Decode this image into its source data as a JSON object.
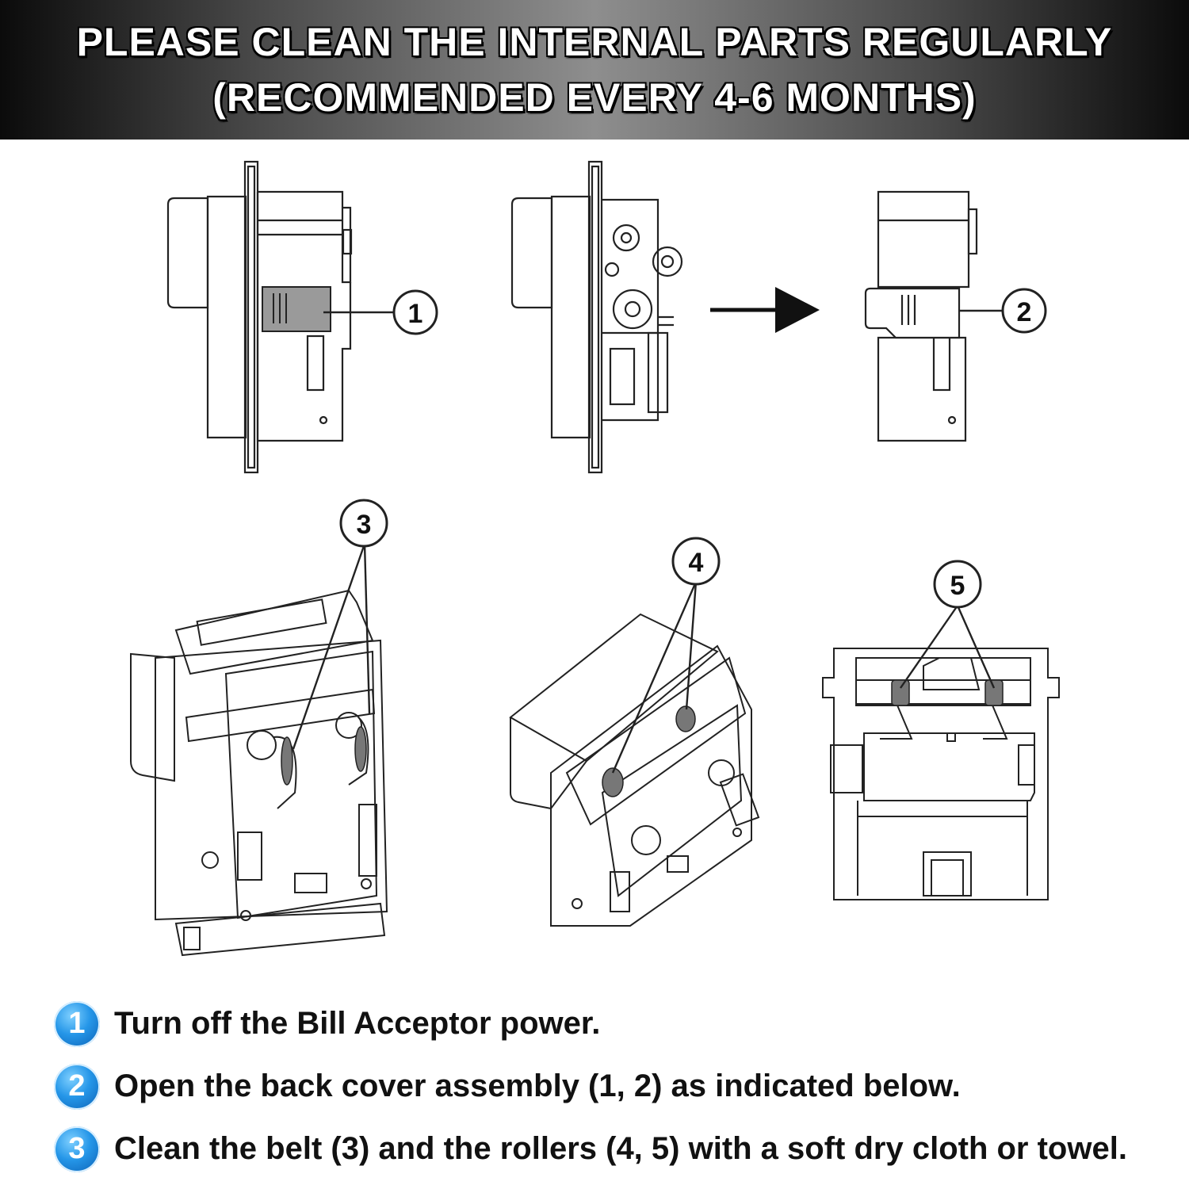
{
  "header": {
    "line1": "PLEASE CLEAN THE INTERNAL PARTS REGULARLY",
    "line2": "(RECOMMENDED EVERY 4-6 MONTHS)"
  },
  "callouts": {
    "c1": "1",
    "c2": "2",
    "c3": "3",
    "c4": "4",
    "c5": "5"
  },
  "steps": [
    {
      "num": "1",
      "text": "Turn off the Bill Acceptor power."
    },
    {
      "num": "2",
      "text": "Open the back cover assembly (1, 2) as indicated below."
    },
    {
      "num": "3",
      "text": "Clean the belt (3) and the rollers (4, 5) with a soft dry cloth or towel."
    }
  ],
  "colors": {
    "badge": "#1e88e5",
    "line": "#222222"
  }
}
